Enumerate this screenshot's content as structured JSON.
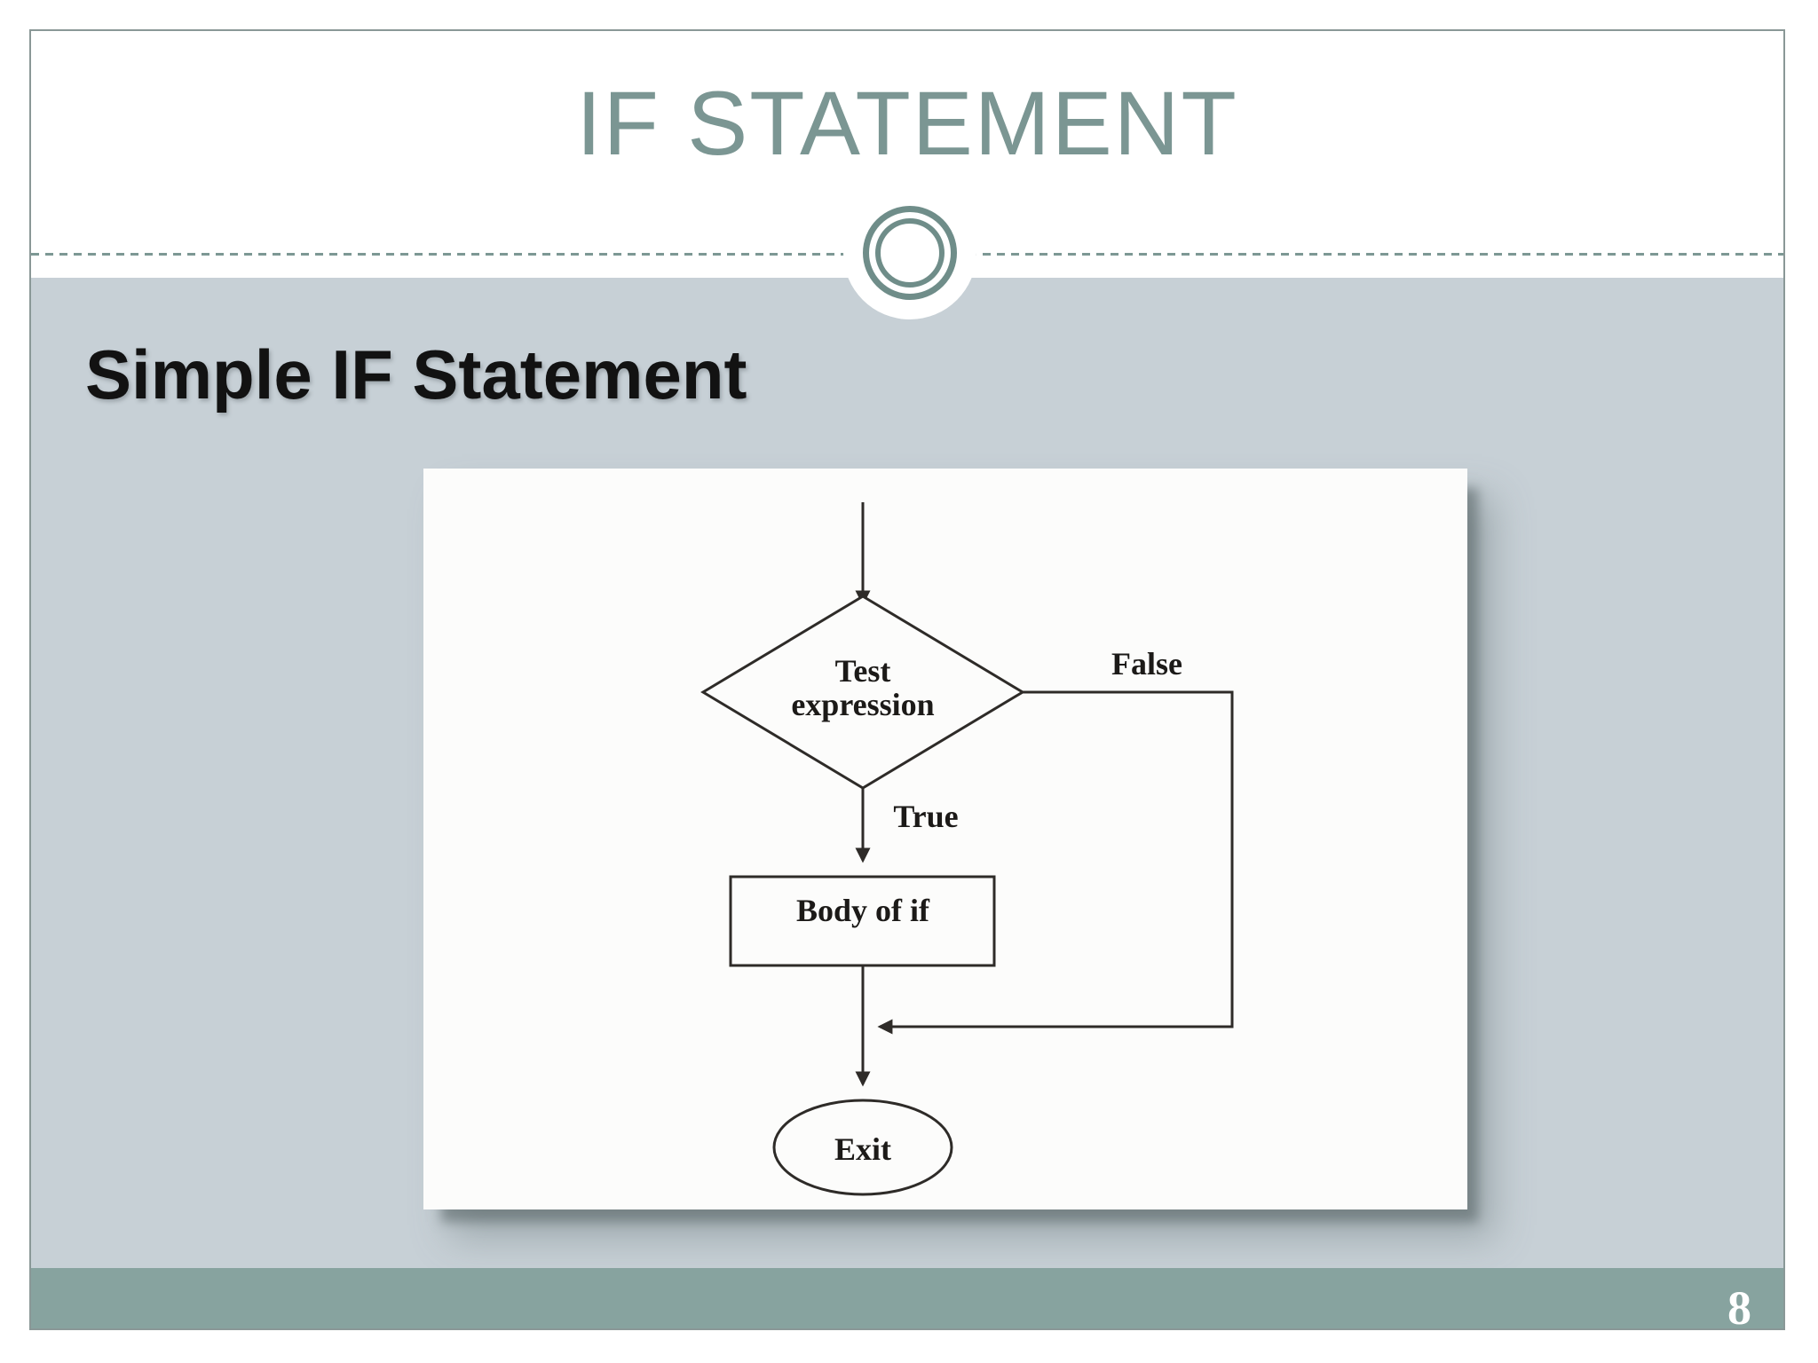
{
  "slide": {
    "title": "IF STATEMENT",
    "subtitle": "Simple IF Statement",
    "page_number": "8"
  },
  "flowchart": {
    "decision": {
      "line1": "Test",
      "line2": "expression"
    },
    "true_label": "True",
    "false_label": "False",
    "process_label": "Body of if",
    "exit_label": "Exit"
  },
  "icons": {
    "ornament": "double-circle-ornament"
  },
  "colors": {
    "accent_teal": "#7b9693",
    "ornament_ring": "#6f8d89",
    "body_background": "#c7d0d6",
    "footer_band": "#87a39f",
    "frame_border": "#8a9897",
    "flowchart_ink": "#2e2b28",
    "subtitle_ink": "#121212",
    "page_number_ink": "#ffffff"
  }
}
